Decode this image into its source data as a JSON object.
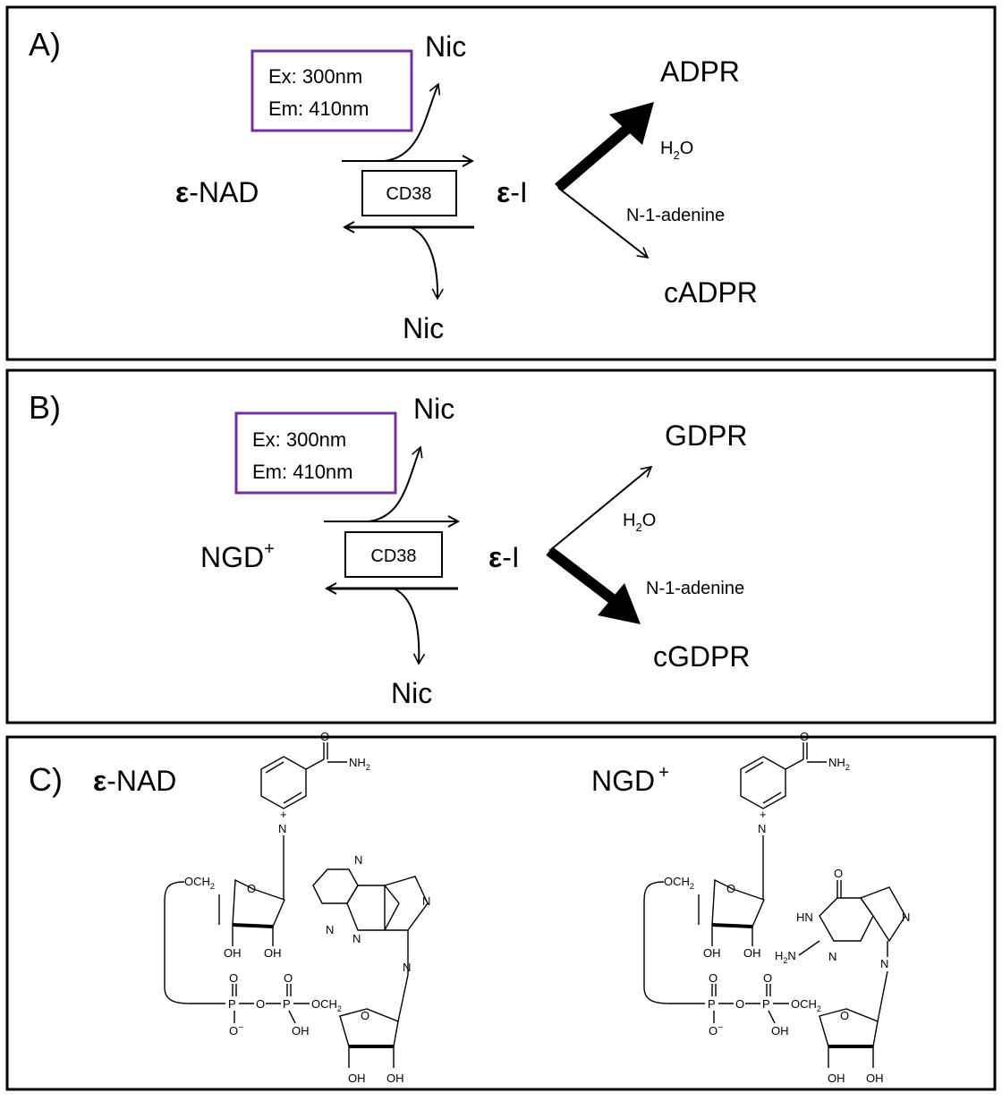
{
  "panel_a": {
    "label": "A)",
    "ex": "Ex: 300nm",
    "em": "Em: 410nm",
    "nic_top": "Nic",
    "nic_bottom": "Nic",
    "substrate_prefix": "ε",
    "substrate_suffix": "-NAD",
    "enzyme": "CD38",
    "intermediate_prefix": "ε",
    "intermediate_suffix": "-I",
    "product_major": "ADPR",
    "product_minor": "cADPR",
    "water_h": "H",
    "water_sub": "2",
    "water_o": "O",
    "adenine_label": "N-1-adenine"
  },
  "panel_b": {
    "label": "B)",
    "ex": "Ex: 300nm",
    "em": "Em: 410nm",
    "nic_top": "Nic",
    "nic_bottom": "Nic",
    "substrate": "NGD",
    "substrate_sup": "+",
    "enzyme": "CD38",
    "intermediate_prefix": "ε",
    "intermediate_suffix": "-I",
    "product_minor": "GDPR",
    "product_major": "cGDPR",
    "water_h": "H",
    "water_sub": "2",
    "water_o": "O",
    "adenine_label": "N-1-adenine"
  },
  "panel_c": {
    "label": "C)",
    "left_title_prefix": "ε",
    "left_title_suffix": "-NAD",
    "right_title": "NGD",
    "right_title_sup": "+",
    "atoms": {
      "o": "O",
      "nh2": "NH",
      "nh2_sub": "2",
      "n": "N",
      "plus": "+",
      "och2": "OCH",
      "och2_sub": "2",
      "oh": "OH",
      "p": "P",
      "o_minus": "O",
      "minus": "−",
      "hn": "HN",
      "h2n": "H",
      "h2n_sub": "2",
      "h2n_n": "N"
    }
  },
  "colors": {
    "filter_box": "#7030a0",
    "ink": "#000000"
  }
}
